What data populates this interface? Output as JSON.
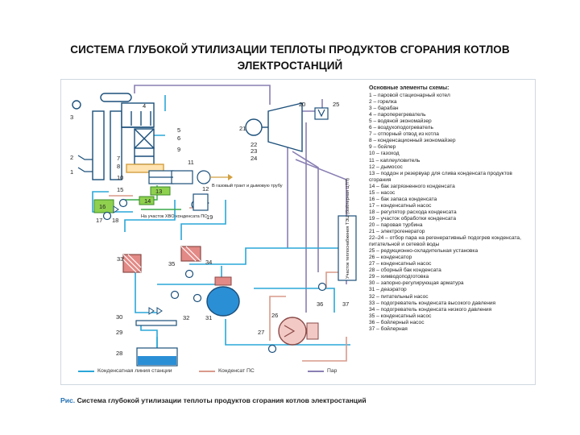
{
  "header": {
    "title_line1": "СИСТЕМА ГЛУБОКОЙ УТИЛИЗАЦИИ ТЕПЛОТЫ ПРОДУКТОВ СГОРАНИЯ КОТЛОВ",
    "title_line2": "ЭЛЕКТРОСТАНЦИЙ"
  },
  "legend": {
    "heading": "Основные элементы схемы:",
    "items": [
      "1 – паровой стационарный котел",
      "2 – горелка",
      "3 – барабан",
      "4 – пароперегреватель",
      "5 – водяной экономайзер",
      "6 – воздухоподогреватель",
      "7 – отпорный отвод из котла",
      "8 – конденсационный экономайзер",
      "9 – бойлер",
      "10 – газоход",
      "11 – каплеуловитель",
      "12 – дымосос",
      "13 – поддон и резервуар для слива конденсата продуктов сгорания",
      "14 – бак загрязненного конденсата",
      "15 – насос",
      "16 – бак запаса конденсата",
      "17 – конденсатный насос",
      "18 – регулятор расхода конденсата",
      "19 – участок обработки конденсата",
      "20 – паровая турбина",
      "21 – электрогенератор",
      "22–24 – отбор пара на регенеративный подогрев конденсата, питательной и сетевой воды",
      "25 – редукционно-охладительная установка",
      "26 – конденсатор",
      "27 – конденсатный насос",
      "28 – сборный бак конденсата",
      "29 – химводоподготовка",
      "30 – запорно-регулирующая арматура",
      "31 – деаэратор",
      "32 – питательный насос",
      "33 – подогреватель конденсата высокого давления",
      "34 – подогреватель конденсата низкого давления",
      "35 – конденсатный насос",
      "36 – бойлерный насос",
      "37 – бойлерная"
    ]
  },
  "diagram": {
    "labels": [
      "1",
      "2",
      "3",
      "4",
      "5",
      "6",
      "7",
      "8",
      "9",
      "10",
      "11",
      "12",
      "13",
      "14",
      "15",
      "16",
      "17",
      "18",
      "19",
      "20",
      "21",
      "22",
      "23",
      "24",
      "25",
      "26",
      "27",
      "28",
      "29",
      "30",
      "31",
      "32",
      "33",
      "34",
      "35",
      "36",
      "37"
    ],
    "note_chimney": "В газовый тракт и дымовую трубу",
    "note_treatment": "На участок ХВО конденсата ПС",
    "note_boiler_house": "Участок теплоснабжения ТЭЦ (бойлерная ЦТП)",
    "colors": {
      "condensate": "#2aa7d8",
      "ps_condensate": "#d99a8a",
      "steam": "#8a7fb3",
      "heater": "#e38a86",
      "tank_fill": "#2b8fd6",
      "green": "#8fd14f"
    }
  },
  "line_legend": {
    "items": [
      {
        "label": "Конденсатная линия станции",
        "color": "#2aa7d8"
      },
      {
        "label": "Конденсат ПС",
        "color": "#d99a8a"
      },
      {
        "label": "Пар",
        "color": "#8a7fb3"
      }
    ]
  },
  "caption": {
    "prefix": "Рис.",
    "text": " Система глубокой утилизации теплоты продуктов сгорания котлов электростанций"
  }
}
